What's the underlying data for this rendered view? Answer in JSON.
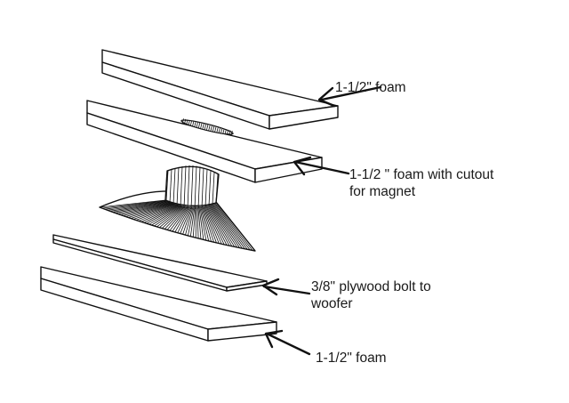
{
  "labels": {
    "top_foam": "1-1/2\" foam",
    "cutout_foam_line1": "1-1/2 \" foam with cutout",
    "cutout_foam_line2": "for magnet",
    "plywood_line1": "3/8\" plywood bolt to",
    "plywood_line2": "woofer",
    "bottom_foam": "1-1/2\" foam"
  },
  "colors": {
    "line": "#111111",
    "background": "#ffffff",
    "text": "#1a1a1a"
  }
}
